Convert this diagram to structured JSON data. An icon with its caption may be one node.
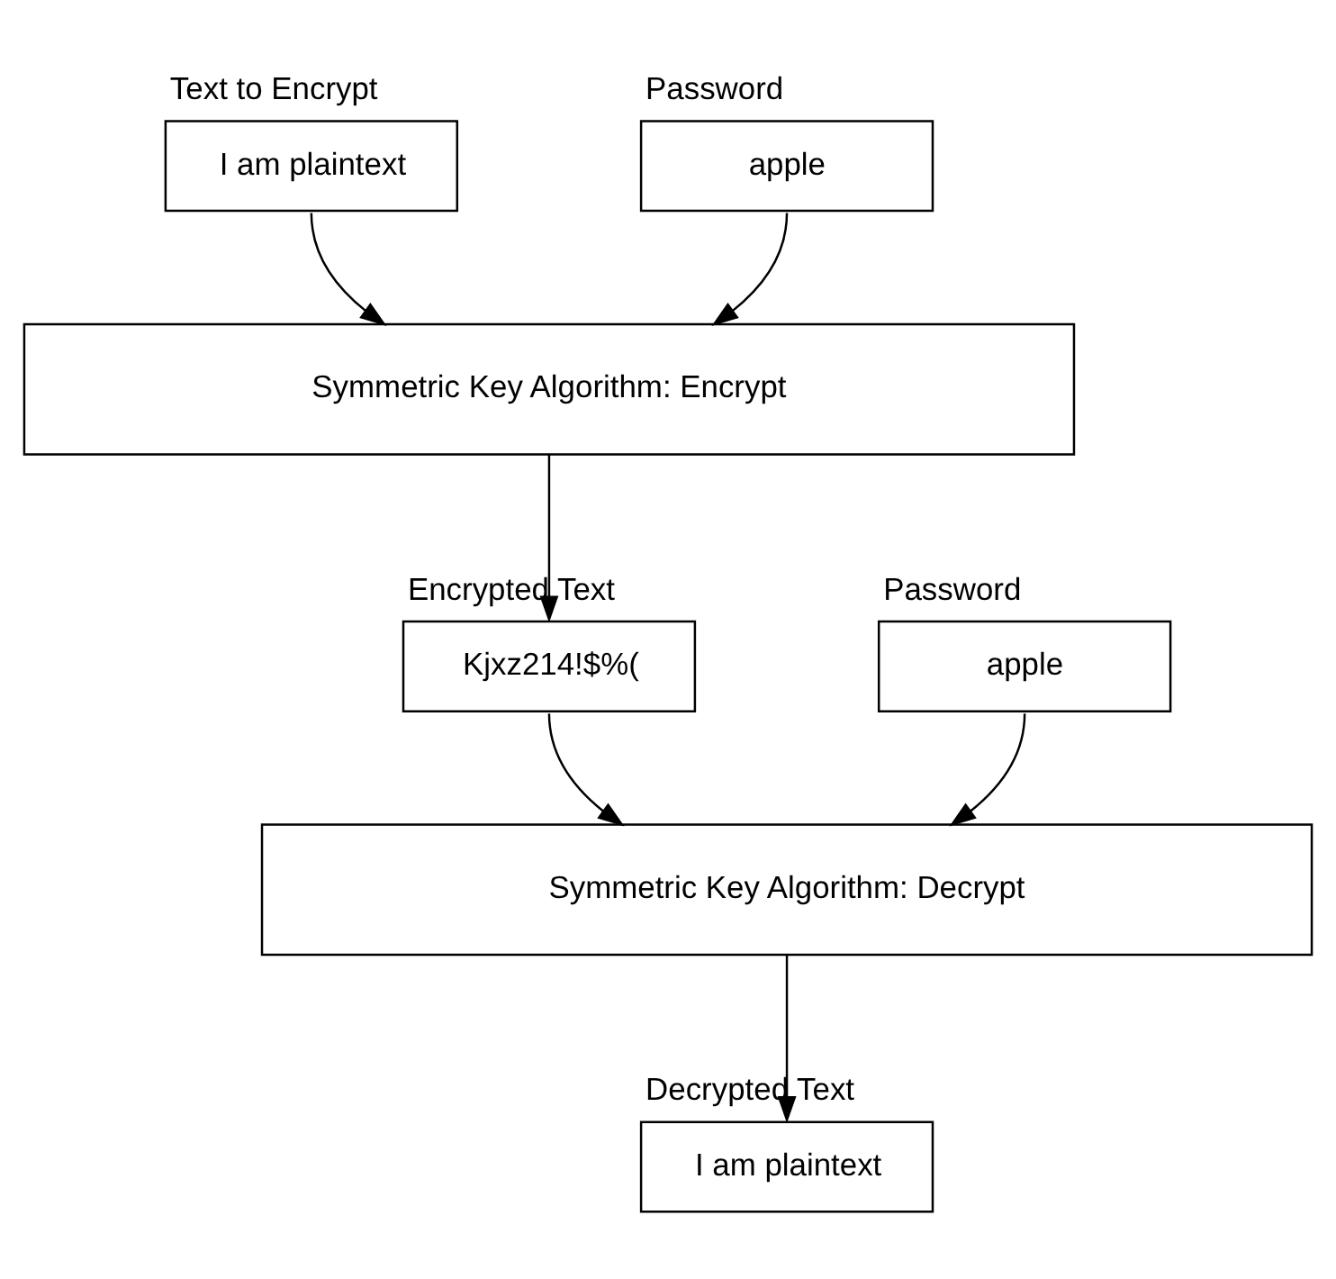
{
  "diagram": {
    "nodes": [
      {
        "text": [
          "Text to Encrypt",
          "I am plaintext"
        ]
      },
      {
        "text": [
          "Password",
          "apple"
        ]
      },
      {
        "text": [
          "Symmetric Key Algorithm: Encrypt"
        ]
      },
      {
        "text": [
          "Encrypted Text",
          "Kjxz214!$%("
        ]
      },
      {
        "text": [
          "Password",
          "apple"
        ]
      },
      {
        "text": [
          "Symmetric Key Algorithm: Decrypt"
        ]
      },
      {
        "text": [
          "Decrypted Text",
          "I am plaintext"
        ]
      }
    ],
    "edges": [
      {
        "from": 0,
        "to": 2,
        "arrow": "to"
      },
      {
        "from": 1,
        "to": 2,
        "arrow": "to"
      },
      {
        "from": 2,
        "to": 3,
        "arrow": "to"
      },
      {
        "from": 3,
        "to": 5,
        "arrow": "to"
      },
      {
        "from": 4,
        "to": 5,
        "arrow": "to"
      },
      {
        "from": 5,
        "to": 6,
        "arrow": "to"
      }
    ]
  }
}
